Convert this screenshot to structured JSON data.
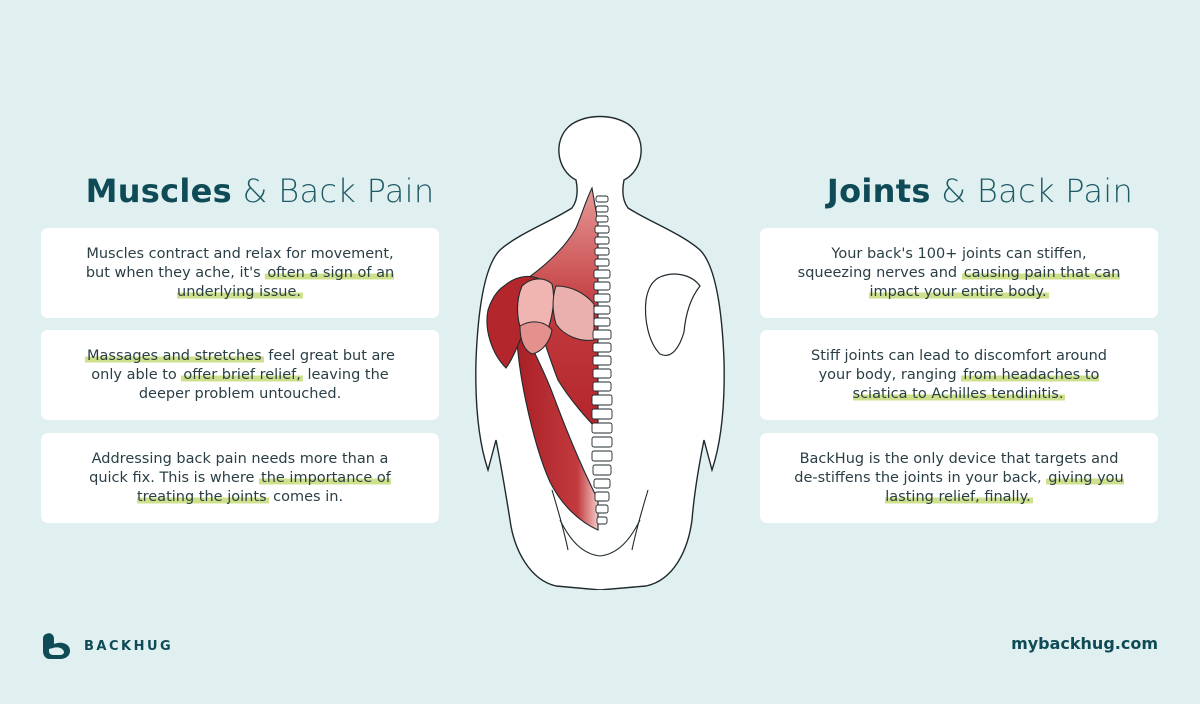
{
  "left": {
    "heading_strong": "Muscles",
    "heading_rest": " & Back Pain",
    "cards": [
      {
        "segments": [
          {
            "text": "Muscles contract and relax for movement, but when they ache, it's ",
            "highlight": false
          },
          {
            "text": "often a sign of an underlying issue.",
            "highlight": true
          }
        ]
      },
      {
        "segments": [
          {
            "text": "Massages and stretches",
            "highlight": true
          },
          {
            "text": " feel great but are only able to ",
            "highlight": false
          },
          {
            "text": "offer brief relief,",
            "highlight": true
          },
          {
            "text": " leaving the deeper problem untouched.",
            "highlight": false
          }
        ]
      },
      {
        "segments": [
          {
            "text": "Addressing back pain needs more than a quick fix. This is where ",
            "highlight": false
          },
          {
            "text": "the importance of treating the joints",
            "highlight": true
          },
          {
            "text": " comes in.",
            "highlight": false
          }
        ]
      }
    ]
  },
  "right": {
    "heading_strong": "Joints",
    "heading_rest": " & Back Pain",
    "cards": [
      {
        "segments": [
          {
            "text": "Your back's 100+ joints can stiffen, squeezing nerves and ",
            "highlight": false
          },
          {
            "text": "causing pain that can impact your entire body.",
            "highlight": true
          }
        ]
      },
      {
        "segments": [
          {
            "text": "Stiff joints can lead to discomfort around your body, ranging ",
            "highlight": false
          },
          {
            "text": "from headaches to sciatica to Achilles tendinitis.",
            "highlight": true
          }
        ]
      },
      {
        "segments": [
          {
            "text": "BackHug is the only device that targets and de-stiffens the joints in your back, ",
            "highlight": false
          },
          {
            "text": "giving you lasting relief, finally.",
            "highlight": true
          }
        ]
      }
    ]
  },
  "brand": {
    "name": "BACKHUG",
    "website": "mybackhug.com"
  },
  "colors": {
    "background": "#e0f0f0",
    "heading": "#0f4b56",
    "highlight": "#cfe08d",
    "muscle": "#b3262b",
    "card": "#ffffff"
  }
}
